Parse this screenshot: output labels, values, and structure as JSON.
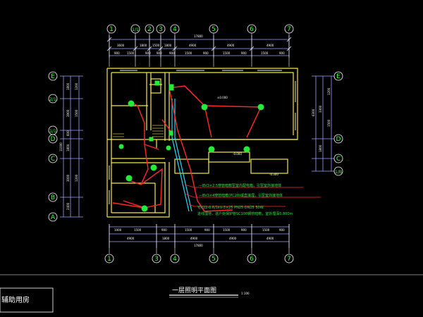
{
  "drawing": {
    "title": "一层照明平面图",
    "scale": "1:100",
    "title_block_label": "辅助用房"
  },
  "axes": {
    "top": [
      "1",
      "1/1",
      "2",
      "3",
      "4",
      "5",
      "6",
      "7"
    ],
    "bottom": [
      "1",
      "3",
      "4",
      "5",
      "6",
      "7"
    ],
    "left": [
      "E",
      "2/1",
      "1/1",
      "D",
      "C",
      "B",
      "A"
    ],
    "right": [
      "E",
      "D",
      "C",
      "1/B"
    ]
  },
  "levels": {
    "upper": "±0.000",
    "mid": "-0.000",
    "lower": "-0.300"
  },
  "annotations": {
    "line1": "—BV3×2.5穿管暗敷至室内配电箱，引至室外接地体",
    "line2": "—BV3×4穿管暗敷(PC20)或直接埋，引至室外接地体",
    "line3": "YJV22-0.6/1kV-3×25 PN25 DN25 50W",
    "line4": "进线埋地，进户处保护管SC100钢管暗敷，室外埋深0.800m"
  },
  "colors": {
    "background": "#000000",
    "wall": "#f2ea45",
    "wiring": "#ff2a2a",
    "fixture": "#27e93a",
    "cable": "#2ad6f5",
    "dim": "#ffffff",
    "axis": "#ffffff",
    "grid_line": "#8080ff"
  }
}
